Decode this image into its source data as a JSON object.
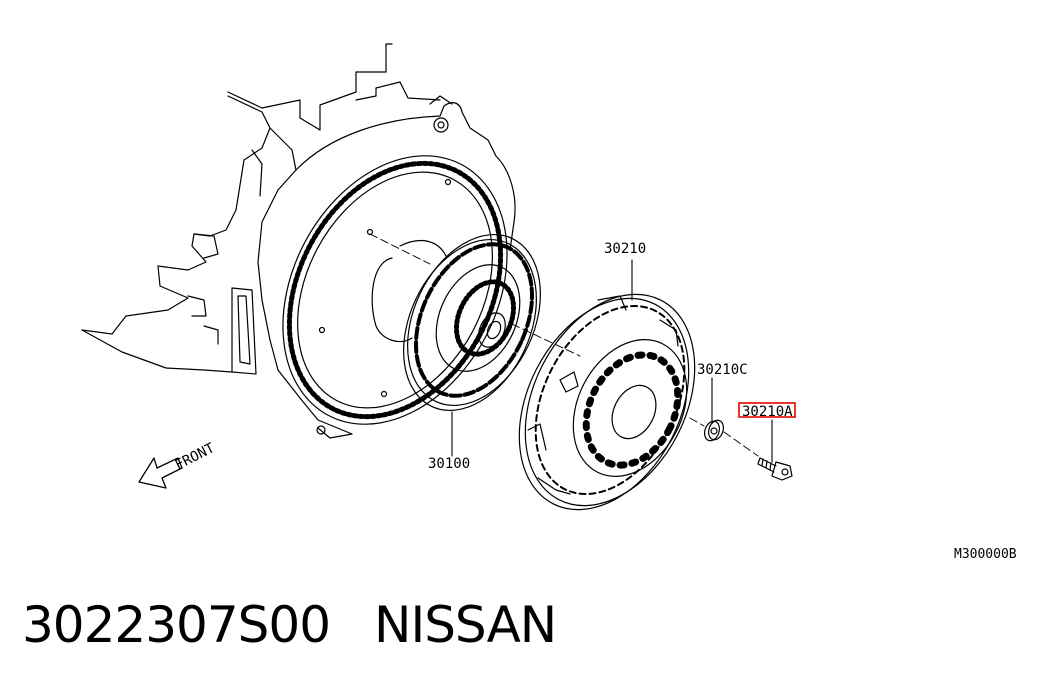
{
  "diagram": {
    "callouts": {
      "clutch_cover": "30210",
      "clutch_disc": "30100",
      "cover_bolt": "30210A",
      "cover_nut": "30210C"
    },
    "front_label": "FRONT",
    "reference_code": "M300000B",
    "highlighted_callout": "30210A",
    "highlight_color": "#e8201a"
  },
  "title": {
    "part_number": "3022307S00",
    "brand": "NISSAN"
  }
}
